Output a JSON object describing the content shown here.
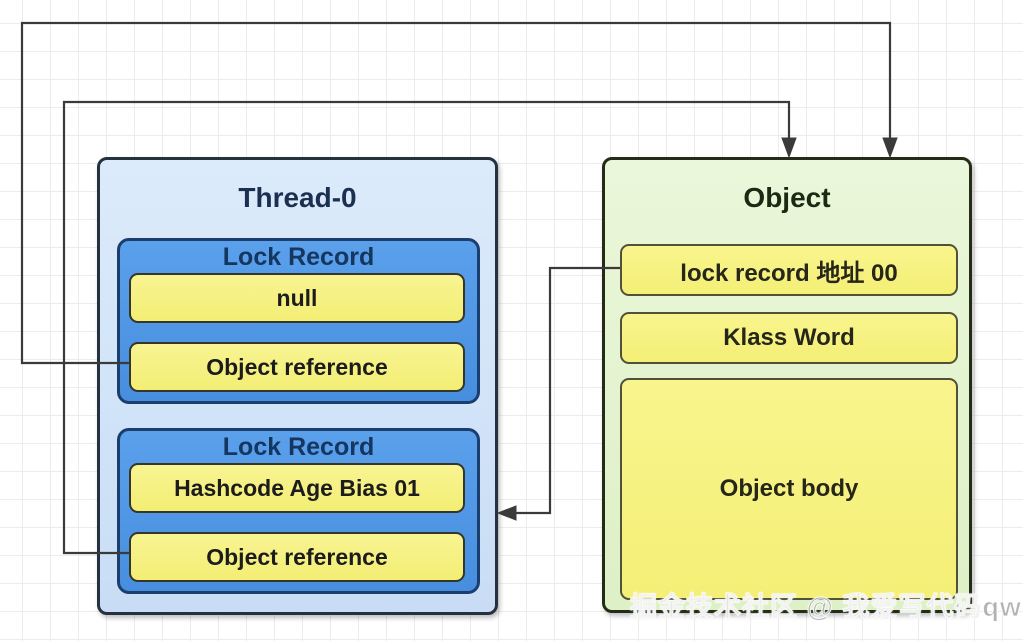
{
  "thread_box": {
    "title": "Thread-0",
    "lock_records": [
      {
        "title": "Lock Record",
        "fields": [
          "null",
          "Object reference"
        ]
      },
      {
        "title": "Lock Record",
        "fields": [
          "Hashcode Age Bias 01",
          "Object reference"
        ]
      }
    ]
  },
  "object_box": {
    "title": "Object",
    "fields": [
      "lock record 地址 00",
      "Klass Word",
      "Object body"
    ]
  },
  "watermark": "掘金技术社区 @ 我爱写代码qwq",
  "colors": {
    "thread_fill": "#d2e4f8",
    "lock_record_fill": "#4f96e7",
    "field_fill": "#f6f287",
    "object_fill": "#e7f5d3",
    "connector": "#3a3a3a",
    "thread_border": "#26313f",
    "lock_record_border": "#1b3e6f",
    "object_border": "#242b16"
  }
}
